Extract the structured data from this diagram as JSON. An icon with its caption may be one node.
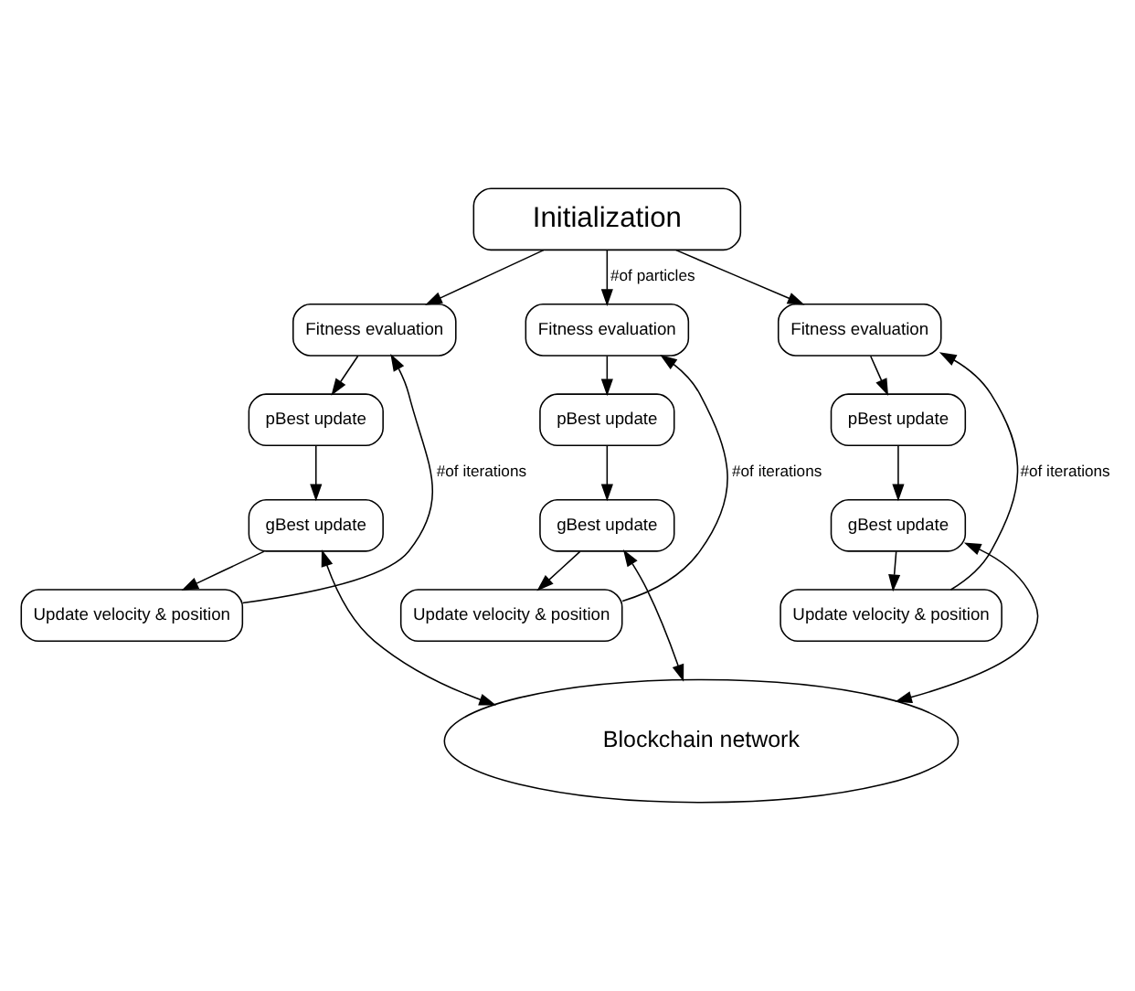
{
  "diagram": {
    "nodes": [
      {
        "text": [
          "Initialization"
        ]
      },
      {
        "text": [
          "Fitness evaluation"
        ]
      },
      {
        "text": [
          "pBest update"
        ]
      },
      {
        "text": [
          "gBest update"
        ]
      },
      {
        "text": [
          "Update velocity & position"
        ]
      },
      {
        "text": [
          "Fitness evaluation"
        ]
      },
      {
        "text": [
          "pBest update"
        ]
      },
      {
        "text": [
          "gBest update"
        ]
      },
      {
        "text": [
          "Update velocity & position"
        ]
      },
      {
        "text": [
          "Fitness evaluation"
        ]
      },
      {
        "text": [
          "pBest update"
        ]
      },
      {
        "text": [
          "gBest update"
        ]
      },
      {
        "text": [
          "Update velocity & position"
        ]
      },
      {
        "text": [
          "Blockchain network"
        ]
      }
    ],
    "edges": [
      {
        "from": 0,
        "to": 1,
        "arrow": "to"
      },
      {
        "from": 0,
        "to": 5,
        "arrow": "to",
        "label": "#of particles"
      },
      {
        "from": 0,
        "to": 9,
        "arrow": "to"
      },
      {
        "from": 1,
        "to": 2,
        "arrow": "to"
      },
      {
        "from": 2,
        "to": 3,
        "arrow": "to"
      },
      {
        "from": 3,
        "to": 4,
        "arrow": "to"
      },
      {
        "from": 4,
        "to": 1,
        "arrow": "to",
        "label": "#of iterations"
      },
      {
        "from": 5,
        "to": 6,
        "arrow": "to"
      },
      {
        "from": 6,
        "to": 7,
        "arrow": "to"
      },
      {
        "from": 7,
        "to": 8,
        "arrow": "to"
      },
      {
        "from": 8,
        "to": 5,
        "arrow": "to",
        "label": "#of iterations"
      },
      {
        "from": 9,
        "to": 10,
        "arrow": "to"
      },
      {
        "from": 10,
        "to": 11,
        "arrow": "to"
      },
      {
        "from": 11,
        "to": 12,
        "arrow": "to"
      },
      {
        "from": 12,
        "to": 9,
        "arrow": "to",
        "label": "#of iterations"
      },
      {
        "from": 3,
        "to": 13,
        "arrow": "both"
      },
      {
        "from": 7,
        "to": 13,
        "arrow": "both"
      },
      {
        "from": 11,
        "to": 13,
        "arrow": "both"
      }
    ]
  }
}
